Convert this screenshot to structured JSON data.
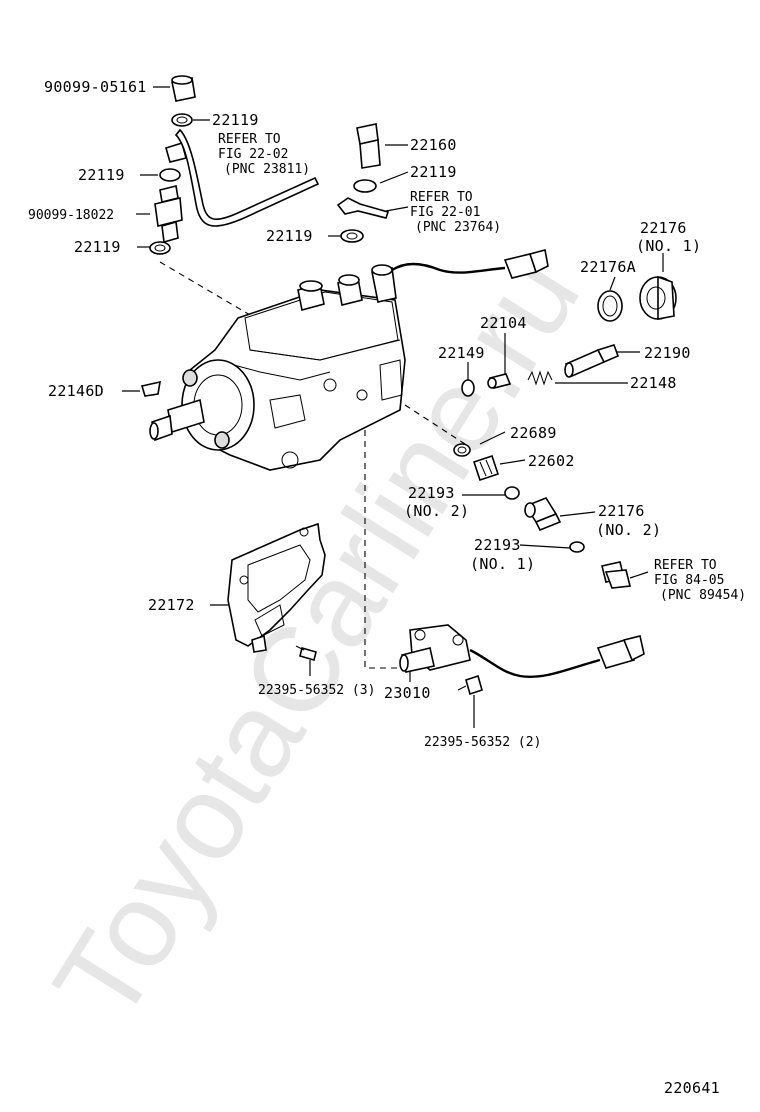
{
  "watermark": "ToyotaCarline.ru",
  "figure_number": "220641",
  "labels": {
    "p90099_05161": "90099-05161",
    "p22119_a": "22119",
    "refer_a_1": "REFER TO",
    "refer_a_2": "FIG 22-02",
    "refer_a_3": "(PNC 23811)",
    "p22119_b": "22119",
    "p90099_18022": "90099-18022",
    "p22119_c": "22119",
    "p22160": "22160",
    "p22119_d": "22119",
    "refer_b_1": "REFER TO",
    "refer_b_2": "FIG 22-01",
    "refer_b_3": "(PNC 23764)",
    "p22119_e": "22119",
    "p22176_top": "22176",
    "p22176_top_no": "(NO. 1)",
    "p22176A": "22176A",
    "p22104": "22104",
    "p22149": "22149",
    "p22190": "22190",
    "p22148": "22148",
    "p22146D": "22146D",
    "p22689": "22689",
    "p22602": "22602",
    "p22193_no2": "22193",
    "p22193_no2_no": "(NO. 2)",
    "p22176_no2": "22176",
    "p22176_no2_no": "(NO. 2)",
    "p22193_no1": "22193",
    "p22193_no1_no": "(NO. 1)",
    "refer_c_1": "REFER TO",
    "refer_c_2": "FIG 84-05",
    "refer_c_3": "(PNC 89454)",
    "p22172": "22172",
    "p22395_3": "22395-56352 (3)",
    "p23010": "23010",
    "p22395_2": "22395-56352 (2)"
  }
}
